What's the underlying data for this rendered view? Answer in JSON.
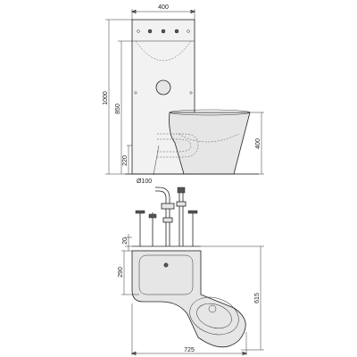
{
  "colors": {
    "line": "#222222",
    "panel_fill": "#f2f2f2",
    "steel_fill": "#e6e6e6"
  },
  "elevation_view": {
    "width_label": "400",
    "overall_height_label": "1000",
    "panel_height_label": "850",
    "outlet_height_label": "220",
    "bowl_height_label": "400",
    "outlet_diameter_label": "Ø100"
  },
  "plan_view": {
    "pipe_offset_label": "20",
    "basin_depth_label": "290",
    "depth_label": "615",
    "overall_width_label": "725"
  }
}
